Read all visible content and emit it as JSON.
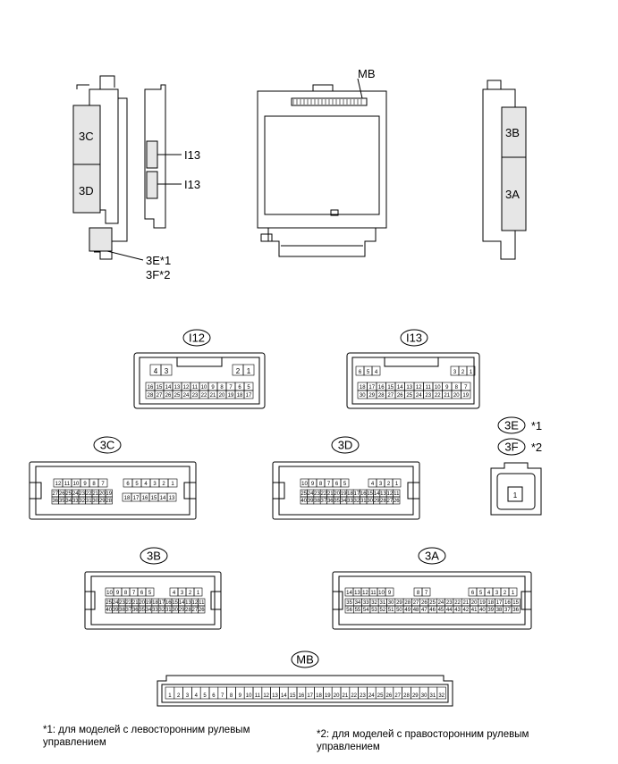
{
  "colors": {
    "ink": "#000000",
    "block_fill": "#e6e6e6",
    "background": "#ffffff"
  },
  "labels": {
    "mb_top": "MB",
    "c3c": "3C",
    "c3d": "3D",
    "c3b": "3B",
    "c3a": "3A",
    "i13_top": "I13",
    "i12_top": "I12",
    "c3e_top": "3E*1",
    "c3f_top": "3F*2"
  },
  "connectors": {
    "i12": "I12",
    "i13": "I13",
    "c3c": "3C",
    "c3d": "3D",
    "c3e": "3E",
    "c3e_note": "*1",
    "c3f": "3F",
    "c3f_note": "*2",
    "c3b": "3B",
    "c3a": "3A",
    "mb": "MB"
  },
  "notes": {
    "note1": "*1: для моделей с левосторонним рулевым управлением",
    "note2": "*2: для моделей с правосторонним рулевым управлением"
  },
  "pins": {
    "i12": {
      "row_top": [
        "4",
        "3",
        "2",
        "1"
      ],
      "row_mid": [
        "16",
        "15",
        "14",
        "13",
        "12",
        "11",
        "10",
        "9",
        "8",
        "7",
        "6",
        "5"
      ],
      "row_bot": [
        "28",
        "27",
        "26",
        "25",
        "24",
        "23",
        "22",
        "21",
        "20",
        "19",
        "18",
        "17"
      ]
    },
    "i13": {
      "row_top": [
        "6",
        "5",
        "4",
        "3",
        "2",
        "1"
      ],
      "row_mid": [
        "18",
        "17",
        "16",
        "15",
        "14",
        "13",
        "12",
        "11",
        "10",
        "9",
        "8",
        "7"
      ],
      "row_bot": [
        "30",
        "29",
        "28",
        "27",
        "26",
        "25",
        "24",
        "23",
        "22",
        "21",
        "20",
        "19"
      ]
    },
    "c3c": {
      "row_top": [
        "12",
        "11",
        "10",
        "9",
        "8",
        "7",
        "6",
        "5",
        "4",
        "3",
        "2",
        "1"
      ],
      "row_mid": [
        "27",
        "26",
        "25",
        "24",
        "23",
        "22",
        "21",
        "20",
        "19"
      ],
      "row_bot": [
        "36",
        "35",
        "34",
        "33",
        "32",
        "31",
        "30",
        "29",
        "28"
      ],
      "row_right": [
        "18",
        "17",
        "16",
        "15",
        "14",
        "13"
      ]
    },
    "c3d": {
      "row_top": [
        "10",
        "9",
        "8",
        "7",
        "6",
        "5",
        "4",
        "3",
        "2",
        "1"
      ],
      "row_mid": [
        "25",
        "24",
        "23",
        "22",
        "21",
        "20",
        "19",
        "18",
        "17",
        "16",
        "15",
        "14",
        "13",
        "12",
        "11"
      ],
      "row_bot": [
        "40",
        "39",
        "38",
        "37",
        "36",
        "35",
        "34",
        "33",
        "32",
        "31",
        "30",
        "29",
        "28",
        "27",
        "26"
      ]
    },
    "c3b": {
      "row_top": [
        "10",
        "9",
        "8",
        "7",
        "6",
        "5",
        "4",
        "3",
        "2",
        "1"
      ],
      "row_mid": [
        "25",
        "24",
        "23",
        "22",
        "21",
        "20",
        "19",
        "18",
        "17",
        "16",
        "15",
        "14",
        "13",
        "12",
        "11"
      ],
      "row_bot": [
        "40",
        "39",
        "38",
        "37",
        "36",
        "35",
        "34",
        "33",
        "32",
        "31",
        "30",
        "29",
        "28",
        "27",
        "26"
      ]
    },
    "c3a": {
      "row_top": [
        "14",
        "13",
        "12",
        "11",
        "10",
        "9",
        "8",
        "7",
        "6",
        "5",
        "4",
        "3",
        "2",
        "1"
      ],
      "row_mid": [
        "35",
        "34",
        "33",
        "32",
        "31",
        "30",
        "29",
        "28",
        "27",
        "26",
        "25",
        "24",
        "23",
        "22",
        "21",
        "20",
        "19",
        "18",
        "17",
        "16",
        "15"
      ],
      "row_bot": [
        "56",
        "55",
        "54",
        "53",
        "52",
        "51",
        "50",
        "49",
        "48",
        "47",
        "46",
        "45",
        "44",
        "43",
        "42",
        "41",
        "40",
        "39",
        "38",
        "37",
        "36"
      ]
    },
    "c3e": [
      "1"
    ],
    "mb": [
      "1",
      "2",
      "3",
      "4",
      "5",
      "6",
      "7",
      "8",
      "9",
      "10",
      "11",
      "12",
      "13",
      "14",
      "15",
      "16",
      "17",
      "18",
      "19",
      "20",
      "21",
      "22",
      "23",
      "24",
      "25",
      "26",
      "27",
      "28",
      "29",
      "30",
      "31",
      "32"
    ]
  }
}
